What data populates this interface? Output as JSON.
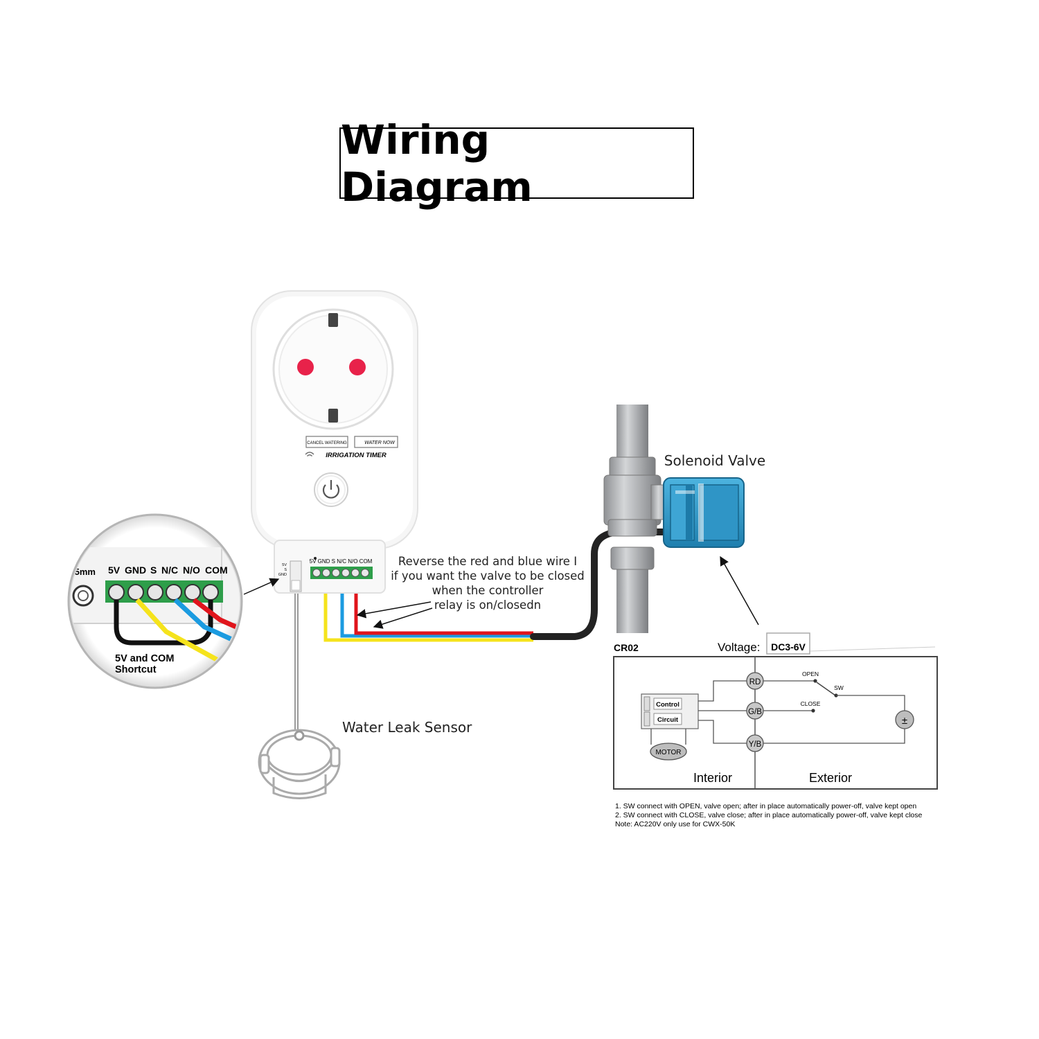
{
  "title": "Wiring Diagram",
  "colors": {
    "wire_red": "#e0151c",
    "wire_blue": "#1b9be0",
    "wire_yellow": "#f5e31c",
    "wire_black": "#222222",
    "terminal_green": "#2e9e4a",
    "terminal_label": "#1a9bd8",
    "valve_blue": "#2a93c4",
    "voltage_red": "#d0141c"
  },
  "device": {
    "face_labels": {
      "cancel": "CANCEL WATERING",
      "water_now": "WATER NOW",
      "brand": "IRRIGATION TIMER"
    },
    "side_pins": [
      "5V",
      "S",
      "GND"
    ],
    "terminal_labels": "5V GND S N/C N/O COM",
    "power_icon": "power-icon"
  },
  "zoom": {
    "size_label": ".5mm",
    "terminals": [
      "5V",
      "GND",
      "S",
      "N/C",
      "N/O",
      "COM"
    ],
    "note_line1": "5V and COM",
    "note_line2": "Shortcut"
  },
  "annotation": {
    "line1": "Reverse the red and blue wire I",
    "line2": "if you want the valve to be closed",
    "line3": "when the controller",
    "line4": "relay is on/closedn"
  },
  "solenoid_label": "Solenoid Valve",
  "sensor_label": "Water Leak Sensor",
  "schematic": {
    "model": "CR02",
    "voltage_label": "Voltage:",
    "voltage_value": "DC3-6V",
    "control_line1": "Control",
    "control_line2": "Circuit",
    "motor": "MOTOR",
    "rd": "RD",
    "gb": "G/B",
    "yb": "Y/B",
    "open": "OPEN",
    "close": "CLOSE",
    "sw": "SW",
    "battery": "±",
    "interior": "Interior",
    "exterior": "Exterior",
    "notes": [
      "1. SW connect with OPEN, valve open; after in place automatically power-off, valve kept open",
      "2. SW connect with CLOSE, valve close; after in place automatically power-off, valve kept close",
      "Note:  AC220V only use for CWX-50K"
    ]
  }
}
